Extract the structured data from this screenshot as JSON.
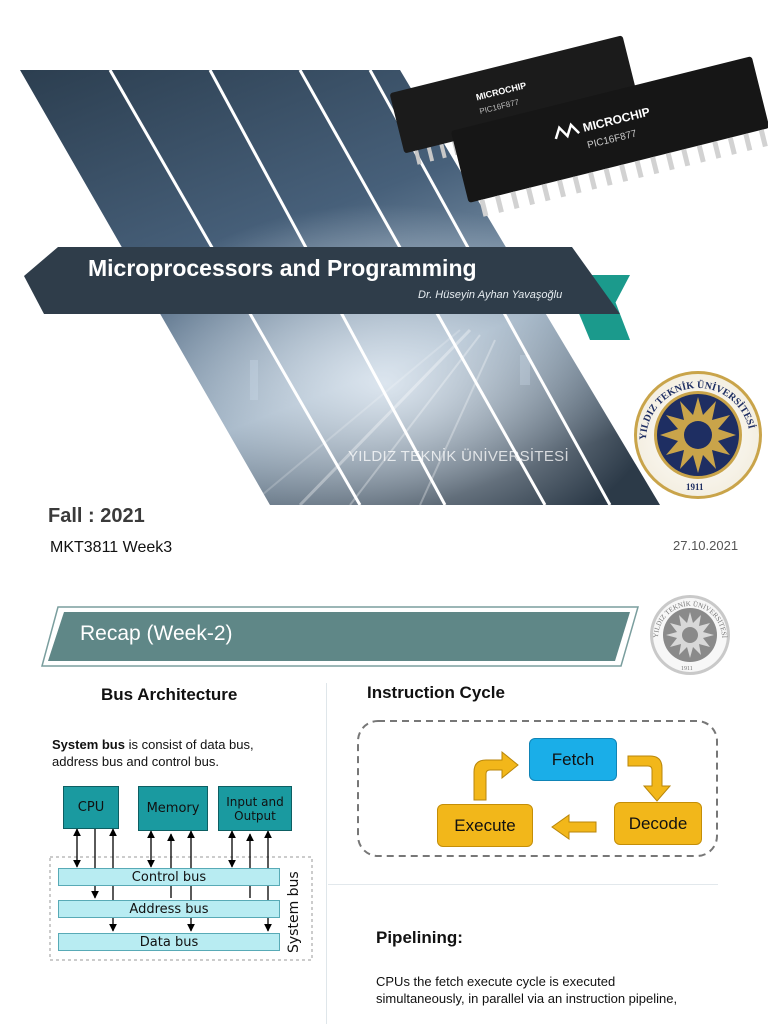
{
  "slide1": {
    "title": "Microprocessors and Programming",
    "author": "Dr. Hüseyin Ayhan Yavaşoğlu",
    "university": "YILDIZ TEKNİK ÜNİVERSİTESİ",
    "chip_brand": "MICROCHIP",
    "chip_model": "PIC16F877",
    "seal_text": "YILDIZ TEKNİK ÜNİVERSİTESİ",
    "seal_year": "1911"
  },
  "footer": {
    "fall": "Fall : 2021",
    "course": "MKT3811 Week3",
    "date": "27.10.2021"
  },
  "slide2": {
    "title": "Recap (Week-2)",
    "bus_heading": "Bus Architecture",
    "system_bus_bold": "System bus",
    "system_bus_text": " is consist of data bus, address bus and control bus.",
    "diagram": {
      "cpu": "CPU",
      "memory": "Memory",
      "io_line1": "Input and",
      "io_line2": "Output",
      "control_bus": "Control bus",
      "address_bus": "Address bus",
      "data_bus": "Data bus",
      "system_bus": "System bus"
    },
    "instruction_heading": "Instruction Cycle",
    "cycle": {
      "fetch": "Fetch",
      "decode": "Decode",
      "execute": "Execute"
    },
    "pipelining_heading": "Pipelining:",
    "pipelining_text": "CPUs the fetch execute cycle is executed simultaneously, in parallel via an instruction pipeline,"
  },
  "colors": {
    "navy_band": "#2f3d4a",
    "teal_band": "#1b9a8c",
    "recap_bar": "#5f8787",
    "bus_box": "#1a9aa0",
    "bus_bar": "#b8ecf2",
    "fetch": "#1aaee8",
    "decode_execute": "#f2b71a",
    "seal_blue": "#1e2e62",
    "seal_gold": "#c9a44a"
  }
}
